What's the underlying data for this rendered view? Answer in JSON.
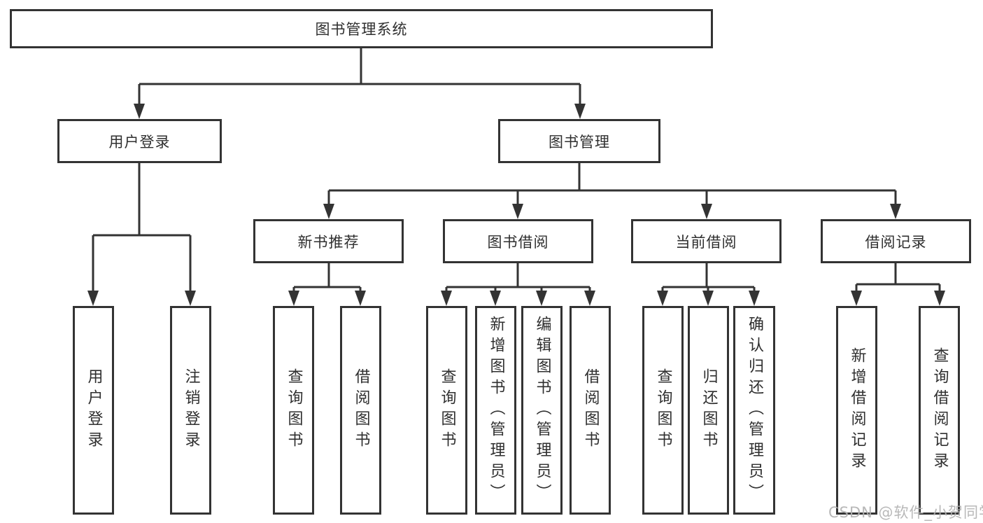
{
  "diagram": {
    "root": {
      "label": "图书管理系统"
    },
    "level2": [
      {
        "label": "用户登录"
      },
      {
        "label": "图书管理"
      }
    ],
    "level3": [
      {
        "label": "新书推荐"
      },
      {
        "label": "图书借阅"
      },
      {
        "label": "当前借阅"
      },
      {
        "label": "借阅记录"
      }
    ],
    "leaves": [
      "用户登录",
      "注销登录",
      "查询图书",
      "借阅图书",
      "查询图书",
      "新增图书（管理员）",
      "编辑图书（管理员）",
      "借阅图书",
      "查询图书",
      "归还图书",
      "确认归还（管理员）",
      "新增借阅记录",
      "查询借阅记录"
    ]
  },
  "watermark": {
    "text": "CSDN @软件_小贺同学"
  },
  "colors": {
    "line": "#333333",
    "box_border": "#333333",
    "text": "#2f2f2f",
    "background": "#ffffff",
    "watermark": "#b2b2b2"
  }
}
